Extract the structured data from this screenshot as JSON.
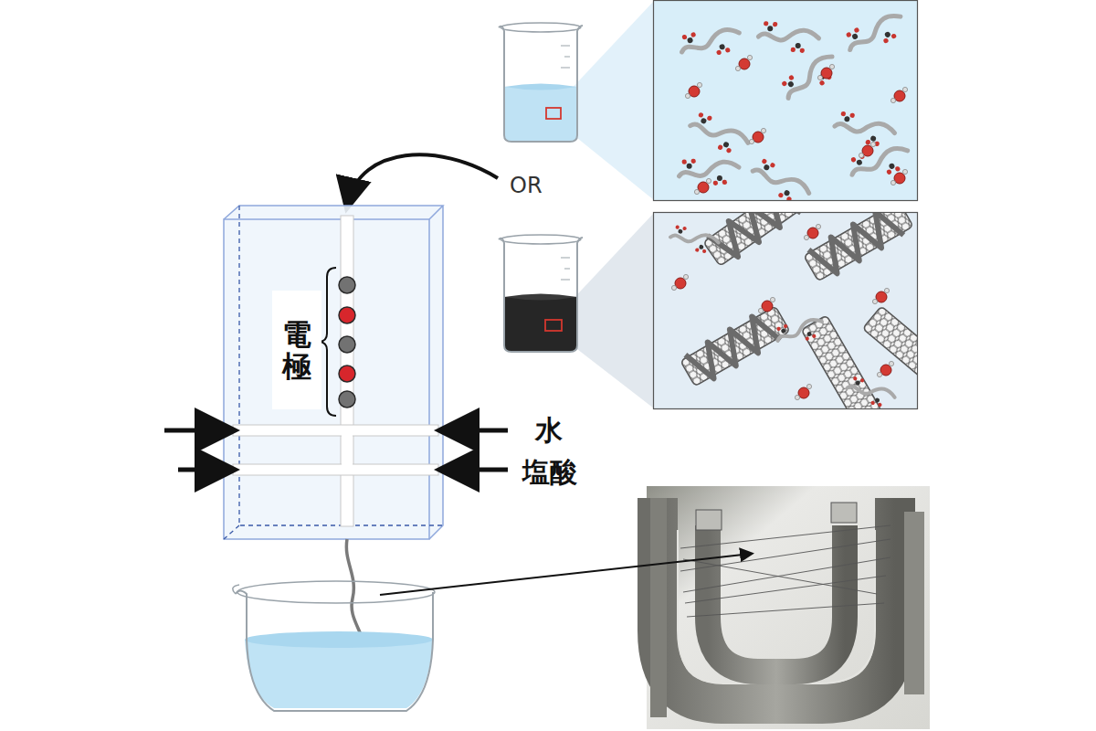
{
  "diagram": {
    "labels": [
      "OR",
      "電極",
      "水",
      "塩酸"
    ]
  }
}
